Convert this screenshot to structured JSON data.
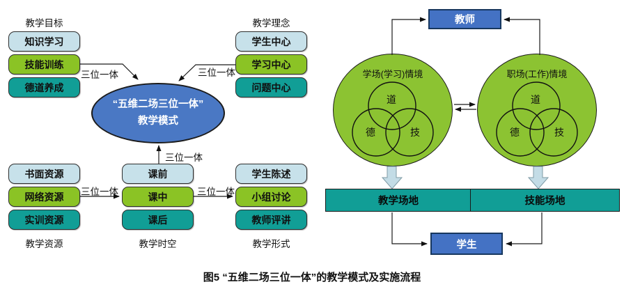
{
  "figure": {
    "caption": "图5  “五维二场三位一体”的教学模式及实施流程"
  },
  "left_diagram": {
    "trinity_label": "三位一体",
    "center_ellipse": {
      "line1": "“五维二场三位一体”",
      "line2": "教学模式"
    },
    "groups": [
      {
        "label": "教学目标",
        "items": [
          "知识学习",
          "技能训练",
          "德道养成"
        ]
      },
      {
        "label": "教学理念",
        "items": [
          "学生中心",
          "学习中心",
          "问题中心"
        ]
      },
      {
        "label": "教学资源",
        "items": [
          "书面资源",
          "网络资源",
          "实训资源"
        ]
      },
      {
        "label": "教学时空",
        "items": [
          "课前",
          "课中",
          "课后"
        ]
      },
      {
        "label": "教学形式",
        "items": [
          "学生陈述",
          "小组讨论",
          "教师评讲"
        ]
      }
    ]
  },
  "right_diagram": {
    "teacher": "教师",
    "student": "学生",
    "circles": [
      {
        "title": "学场(学习)情境",
        "venn": [
          "道",
          "德",
          "技"
        ]
      },
      {
        "title": "职场(工作)情境",
        "venn": [
          "道",
          "德",
          "技"
        ]
      }
    ],
    "venues": [
      "教学场地",
      "技能场地"
    ]
  },
  "colors": {
    "light_blue": "#c7e1ea",
    "green": "#8bc325",
    "teal": "#119e96",
    "ellipse_blue": "#4a78c4",
    "node_blue": "#4472c4",
    "circle_green": "#8cc332",
    "block_arrow_fill": "#c3dce6"
  }
}
